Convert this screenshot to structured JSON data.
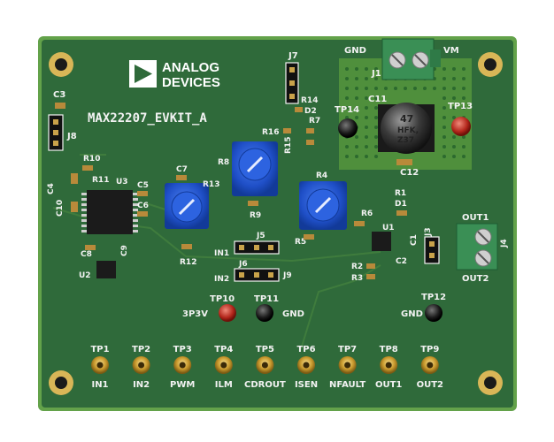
{
  "board": {
    "title": "MAX22207_EVKIT_A",
    "brand_line1": "ANALOG",
    "brand_line2": "DEVICES",
    "pcb_color": "#2f6a3a",
    "copper_color": "#4f8f3c",
    "edge_color": "#63a24a"
  },
  "terminal_j1": {
    "ref": "J1",
    "left": "GND",
    "right": "VM"
  },
  "terminal_j4": {
    "ref": "J4",
    "top": "OUT1",
    "bottom": "OUT2"
  },
  "capacitor_c11": {
    "ref": "C11",
    "marking_1": "47",
    "marking_2": "HFK,",
    "marking_3": "Z37"
  },
  "labels": {
    "J7": "J7",
    "J8": "J8",
    "J5": "J5",
    "J6": "J6",
    "J9": "J9",
    "J3": "J3",
    "C3": "C3",
    "C4": "C4",
    "C10": "C10",
    "C5": "C5",
    "C6": "C6",
    "C7": "C7",
    "C8": "C8",
    "C9": "C9",
    "C1": "C1",
    "C2": "C2",
    "C12": "C12",
    "R10": "R10",
    "R11": "R11",
    "R13": "R13",
    "R12": "R12",
    "R8": "R8",
    "R9": "R9",
    "R16": "R16",
    "R15": "R15",
    "R14": "R14",
    "R7": "R7",
    "R4": "R4",
    "R5": "R5",
    "R6": "R6",
    "R1": "R1",
    "R2": "R2",
    "R3": "R3",
    "D1": "D1",
    "D2": "D2",
    "U1": "U1",
    "U2": "U2",
    "U3": "U3",
    "TP13": "TP13",
    "TP14": "TP14",
    "IN1_jumper": "IN1",
    "IN2_jumper": "IN2"
  },
  "test_points_top": [
    {
      "ref": "TP10",
      "net": "3P3V",
      "color": "#c0392b"
    },
    {
      "ref": "TP11",
      "net": "GND",
      "color": "#1b1b1b"
    },
    {
      "ref": "TP12",
      "net": "GND",
      "color": "#1b1b1b"
    }
  ],
  "test_points_bottom": [
    {
      "ref": "TP1",
      "net": "IN1"
    },
    {
      "ref": "TP2",
      "net": "IN2"
    },
    {
      "ref": "TP3",
      "net": "PWM"
    },
    {
      "ref": "TP4",
      "net": "ILM"
    },
    {
      "ref": "TP5",
      "net": "CDROUT"
    },
    {
      "ref": "TP6",
      "net": "ISEN"
    },
    {
      "ref": "TP7",
      "net": "NFAULT"
    },
    {
      "ref": "TP8",
      "net": "OUT1"
    },
    {
      "ref": "TP9",
      "net": "OUT2"
    }
  ]
}
